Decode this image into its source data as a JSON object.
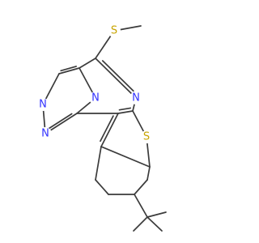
{
  "molecule": {
    "atoms": {
      "s_methyl": "S",
      "n_ring_a": "N",
      "n_ring_b": "N",
      "n_triazole_a": "N",
      "n_triazole_b": "N",
      "s_thiophene": "S"
    },
    "colors": {
      "bond": "#3b3b3b",
      "nitrogen": "#3333ff",
      "sulfur": "#c8a400",
      "background": "#ffffff"
    }
  }
}
